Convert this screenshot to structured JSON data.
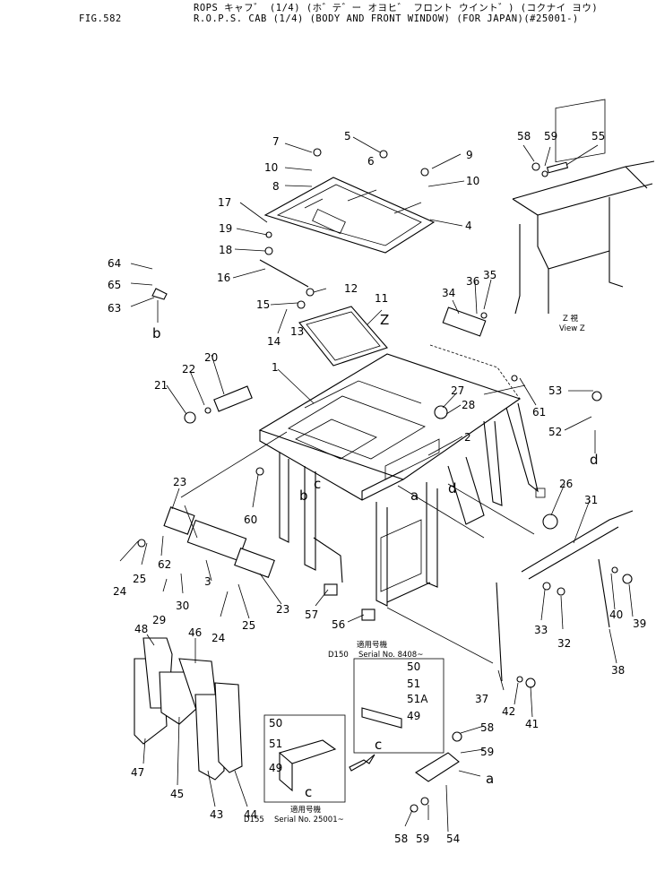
{
  "header": {
    "fig": "FIG.582",
    "title_jp": "ROPS キャフ゛ (1/4) (ホ゛テ゛ー オヨヒ゛ フロント ウイント゛) (コクナイ ヨウ)",
    "title_en": "R.O.P.S. CAB (1/4) (BODY AND FRONT WINDOW) (FOR JAPAN)(#25001-)"
  },
  "labels": [
    "1",
    "2",
    "3",
    "4",
    "5",
    "6",
    "7",
    "8",
    "9",
    "10",
    "10",
    "11",
    "12",
    "13",
    "14",
    "15",
    "16",
    "17",
    "18",
    "19",
    "20",
    "21",
    "22",
    "23",
    "23",
    "24",
    "24",
    "25",
    "25",
    "26",
    "27",
    "28",
    "29",
    "30",
    "31",
    "32",
    "33",
    "34",
    "35",
    "36",
    "37",
    "38",
    "39",
    "40",
    "41",
    "42",
    "43",
    "44",
    "45",
    "46",
    "47",
    "48",
    "49",
    "49",
    "50",
    "50",
    "51",
    "51",
    "51A",
    "52",
    "53",
    "54",
    "55",
    "56",
    "57",
    "58",
    "58",
    "58",
    "59",
    "59",
    "59",
    "60",
    "61",
    "62",
    "63",
    "64",
    "65"
  ],
  "letters": [
    "a",
    "a",
    "b",
    "b",
    "c",
    "c",
    "c",
    "d",
    "d",
    "Z"
  ],
  "view_z": {
    "jp": "Z 視",
    "en": "View Z"
  },
  "inset_top": {
    "jp": "適用号機",
    "model": "D150",
    "serial": "Serial No. 8408~"
  },
  "inset_bottom": {
    "jp": "適用号機",
    "model": "D155",
    "serial": "Serial No. 25001~"
  }
}
